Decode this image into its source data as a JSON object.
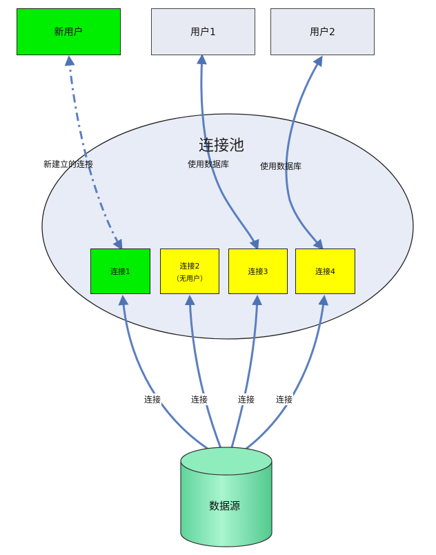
{
  "users": {
    "new_user": "新用户",
    "user1": "用户1",
    "user2": "用户2"
  },
  "pool": {
    "title": "连接池",
    "connections": [
      {
        "label": "连接1",
        "sub": ""
      },
      {
        "label": "连接2",
        "sub": "（无用户）"
      },
      {
        "label": "连接3",
        "sub": ""
      },
      {
        "label": "连接4",
        "sub": ""
      }
    ]
  },
  "edge_labels": {
    "new_connection": "新建立的连接",
    "use_db_1": "使用数据库",
    "use_db_2": "使用数据库",
    "db_link_1": "连接",
    "db_link_2": "连接",
    "db_link_3": "连接",
    "db_link_4": "连接"
  },
  "datasource": {
    "label": "数据源"
  },
  "colors": {
    "new_user_fill": "#00ee00",
    "user_fill": "#e8eaf3",
    "pool_fill": "#e8ecf6",
    "connection_active": "#00ee00",
    "connection_idle": "#ffff00",
    "arrow": "#5b7fbf",
    "cylinder": "#7ee8b0"
  }
}
